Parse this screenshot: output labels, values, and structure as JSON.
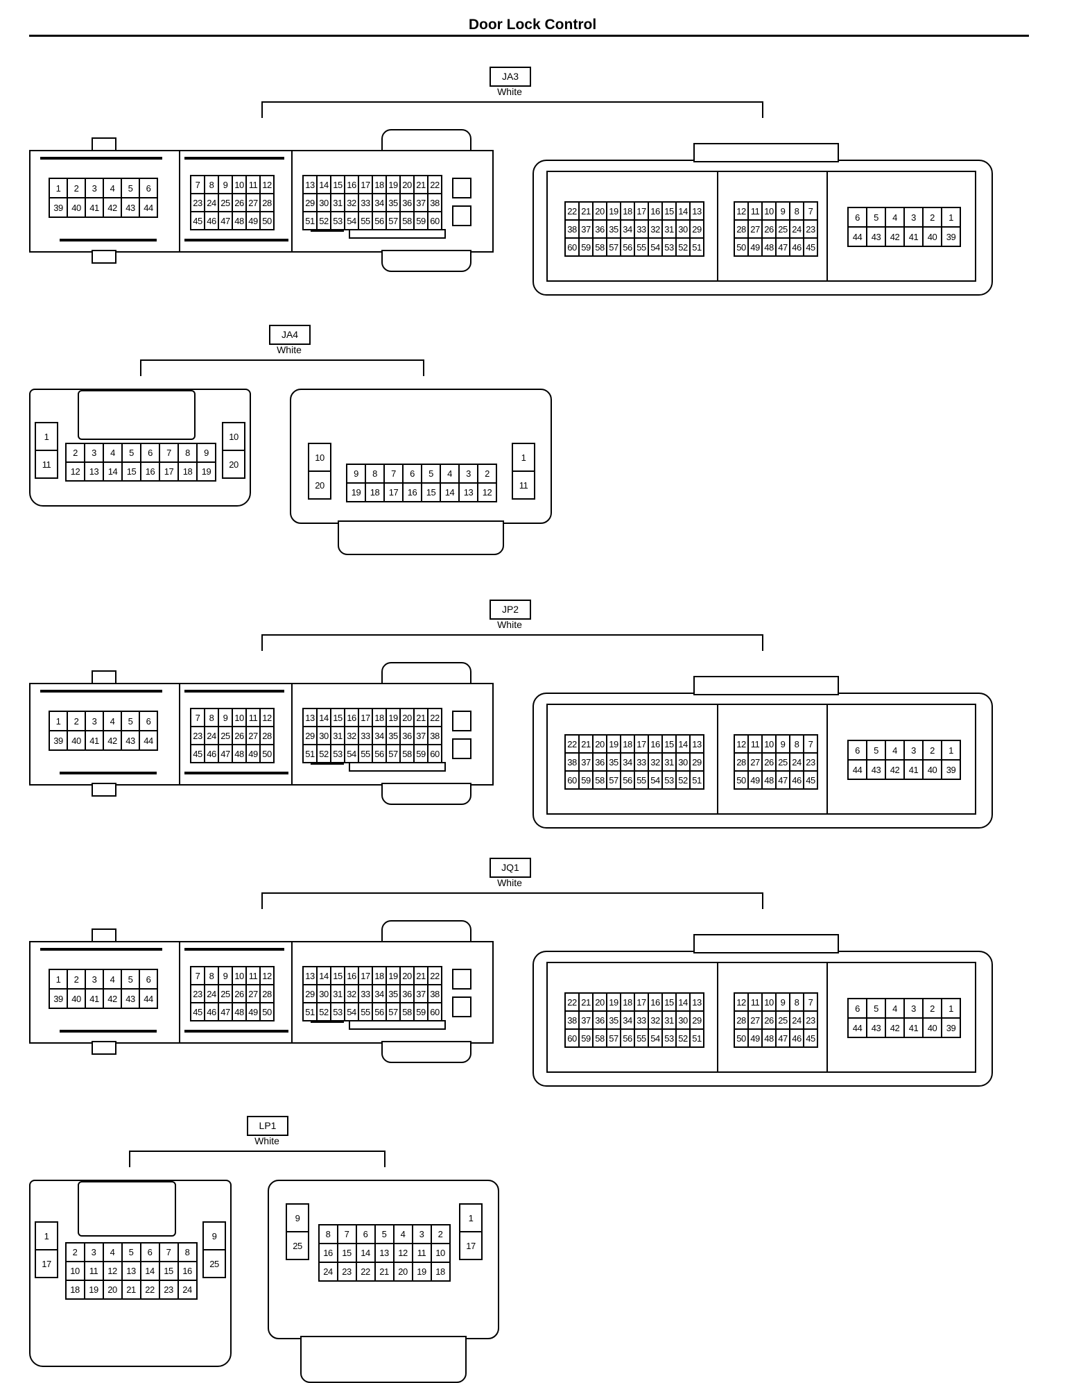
{
  "title": "Door Lock Control",
  "sections": [
    {
      "name": "JA3",
      "color": "White"
    },
    {
      "name": "JA4",
      "color": "White"
    },
    {
      "name": "JP2",
      "color": "White"
    },
    {
      "name": "JQ1",
      "color": "White"
    },
    {
      "name": "LP1",
      "color": "White"
    }
  ],
  "big_male": {
    "g1": {
      "cols": 6,
      "pins": [
        "1",
        "2",
        "3",
        "4",
        "5",
        "6",
        "39",
        "40",
        "41",
        "42",
        "43",
        "44"
      ]
    },
    "g2": {
      "cols": 6,
      "pins": [
        "7",
        "8",
        "9",
        "10",
        "11",
        "12",
        "23",
        "24",
        "25",
        "26",
        "27",
        "28",
        "45",
        "46",
        "47",
        "48",
        "49",
        "50"
      ]
    },
    "g3": {
      "cols": 10,
      "pins": [
        "13",
        "14",
        "15",
        "16",
        "17",
        "18",
        "19",
        "20",
        "21",
        "22",
        "29",
        "30",
        "31",
        "32",
        "33",
        "34",
        "35",
        "36",
        "37",
        "38",
        "51",
        "52",
        "53",
        "54",
        "55",
        "56",
        "57",
        "58",
        "59",
        "60"
      ]
    }
  },
  "big_female": {
    "g1": {
      "cols": 10,
      "pins": [
        "22",
        "21",
        "20",
        "19",
        "18",
        "17",
        "16",
        "15",
        "14",
        "13",
        "38",
        "37",
        "36",
        "35",
        "34",
        "33",
        "32",
        "31",
        "30",
        "29",
        "60",
        "59",
        "58",
        "57",
        "56",
        "55",
        "54",
        "53",
        "52",
        "51"
      ]
    },
    "g2": {
      "cols": 6,
      "pins": [
        "12",
        "11",
        "10",
        "9",
        "8",
        "7",
        "28",
        "27",
        "26",
        "25",
        "24",
        "23",
        "50",
        "49",
        "48",
        "47",
        "46",
        "45"
      ]
    },
    "g3": {
      "cols": 6,
      "pins": [
        "6",
        "5",
        "4",
        "3",
        "2",
        "1",
        "44",
        "43",
        "42",
        "41",
        "40",
        "39"
      ]
    }
  },
  "ja4_left": {
    "side_l": [
      "1",
      "11"
    ],
    "side_r": [
      "10",
      "20"
    ],
    "mid": {
      "cols": 8,
      "pins": [
        "2",
        "3",
        "4",
        "5",
        "6",
        "7",
        "8",
        "9",
        "12",
        "13",
        "14",
        "15",
        "16",
        "17",
        "18",
        "19"
      ]
    }
  },
  "ja4_right": {
    "side_l": [
      "10",
      "20"
    ],
    "side_r": [
      "1",
      "11"
    ],
    "mid": {
      "cols": 8,
      "pins": [
        "9",
        "8",
        "7",
        "6",
        "5",
        "4",
        "3",
        "2",
        "19",
        "18",
        "17",
        "16",
        "15",
        "14",
        "13",
        "12"
      ]
    }
  },
  "lp1_left": {
    "side_l": [
      "1",
      "17"
    ],
    "side_r": [
      "9",
      "25"
    ],
    "mid": {
      "cols": 7,
      "pins": [
        "2",
        "3",
        "4",
        "5",
        "6",
        "7",
        "8",
        "10",
        "11",
        "12",
        "13",
        "14",
        "15",
        "16",
        "18",
        "19",
        "20",
        "21",
        "22",
        "23",
        "24"
      ]
    }
  },
  "lp1_right": {
    "side_l": [
      "9",
      "25"
    ],
    "side_r": [
      "1",
      "17"
    ],
    "mid": {
      "cols": 7,
      "pins": [
        "8",
        "7",
        "6",
        "5",
        "4",
        "3",
        "2",
        "16",
        "15",
        "14",
        "13",
        "12",
        "11",
        "10",
        "24",
        "23",
        "22",
        "21",
        "20",
        "19",
        "18"
      ]
    }
  }
}
